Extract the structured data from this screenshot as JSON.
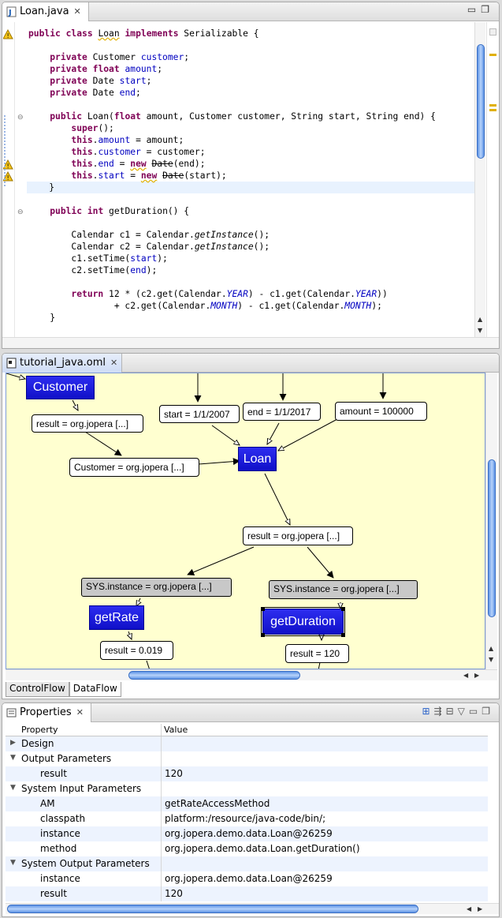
{
  "editor": {
    "tab_label": "Loan.java",
    "code_lines": [
      [
        [
          "kw",
          "public"
        ],
        [
          "t",
          " "
        ],
        [
          "kw",
          "class"
        ],
        [
          "t",
          " "
        ],
        [
          "wt",
          "Loan"
        ],
        [
          "t",
          " "
        ],
        [
          "kw",
          "implements"
        ],
        [
          "t",
          " Serializable {"
        ]
      ],
      [],
      [
        [
          "t",
          "    "
        ],
        [
          "kw",
          "private"
        ],
        [
          "t",
          " Customer "
        ],
        [
          "fld",
          "customer"
        ],
        [
          "t",
          ";"
        ]
      ],
      [
        [
          "t",
          "    "
        ],
        [
          "kw",
          "private"
        ],
        [
          "t",
          " "
        ],
        [
          "kw",
          "float"
        ],
        [
          "t",
          " "
        ],
        [
          "fld",
          "amount"
        ],
        [
          "t",
          ";"
        ]
      ],
      [
        [
          "t",
          "    "
        ],
        [
          "kw",
          "private"
        ],
        [
          "t",
          " Date "
        ],
        [
          "fld",
          "start"
        ],
        [
          "t",
          ";"
        ]
      ],
      [
        [
          "t",
          "    "
        ],
        [
          "kw",
          "private"
        ],
        [
          "t",
          " Date "
        ],
        [
          "fld",
          "end"
        ],
        [
          "t",
          ";"
        ]
      ],
      [],
      [
        [
          "t",
          "    "
        ],
        [
          "kw",
          "public"
        ],
        [
          "t",
          " Loan("
        ],
        [
          "kw",
          "float"
        ],
        [
          "t",
          " amount, Customer customer, String start, String end) {"
        ]
      ],
      [
        [
          "t",
          "        "
        ],
        [
          "kw",
          "super"
        ],
        [
          "t",
          "();"
        ]
      ],
      [
        [
          "t",
          "        "
        ],
        [
          "kw",
          "this"
        ],
        [
          "t",
          "."
        ],
        [
          "fld",
          "amount"
        ],
        [
          "t",
          " = amount;"
        ]
      ],
      [
        [
          "t",
          "        "
        ],
        [
          "kw",
          "this"
        ],
        [
          "t",
          "."
        ],
        [
          "fld",
          "customer"
        ],
        [
          "t",
          " = customer;"
        ]
      ],
      [
        [
          "t",
          "        "
        ],
        [
          "kw",
          "this"
        ],
        [
          "t",
          "."
        ],
        [
          "fld",
          "end"
        ],
        [
          "t",
          " = "
        ],
        [
          "kwu",
          "new"
        ],
        [
          "t",
          " "
        ],
        [
          "dep",
          "Date"
        ],
        [
          "t",
          "(end);"
        ]
      ],
      [
        [
          "t",
          "        "
        ],
        [
          "kw",
          "this"
        ],
        [
          "t",
          "."
        ],
        [
          "fld",
          "start"
        ],
        [
          "t",
          " = "
        ],
        [
          "kwu",
          "new"
        ],
        [
          "t",
          " "
        ],
        [
          "dep",
          "Date"
        ],
        [
          "t",
          "(start);"
        ]
      ],
      [
        [
          "t",
          "    }"
        ]
      ],
      [],
      [
        [
          "t",
          "    "
        ],
        [
          "kw",
          "public"
        ],
        [
          "t",
          " "
        ],
        [
          "kw",
          "int"
        ],
        [
          "t",
          " getDuration() {"
        ]
      ],
      [],
      [
        [
          "t",
          "        Calendar c1 = Calendar."
        ],
        [
          "it",
          "getInstance"
        ],
        [
          "t",
          "();"
        ]
      ],
      [
        [
          "t",
          "        Calendar c2 = Calendar."
        ],
        [
          "it",
          "getInstance"
        ],
        [
          "t",
          "();"
        ]
      ],
      [
        [
          "t",
          "        c1.setTime("
        ],
        [
          "fld",
          "start"
        ],
        [
          "t",
          ");"
        ]
      ],
      [
        [
          "t",
          "        c2.setTime("
        ],
        [
          "fld",
          "end"
        ],
        [
          "t",
          ");"
        ]
      ],
      [],
      [
        [
          "t",
          "        "
        ],
        [
          "kw",
          "return"
        ],
        [
          "t",
          " 12 * (c2.get(Calendar."
        ],
        [
          "st",
          "YEAR"
        ],
        [
          "t",
          ") - c1.get(Calendar."
        ],
        [
          "st",
          "YEAR"
        ],
        [
          "t",
          "))"
        ]
      ],
      [
        [
          "t",
          "                + c2.get(Calendar."
        ],
        [
          "st",
          "MONTH"
        ],
        [
          "t",
          ") - c1.get(Calendar."
        ],
        [
          "st",
          "MONTH"
        ],
        [
          "t",
          ");"
        ]
      ],
      [
        [
          "t",
          "    }"
        ]
      ]
    ]
  },
  "diagram": {
    "tab_label": "tutorial_java.oml",
    "nodes": {
      "customer": "Customer",
      "customer_result": "result = org.jopera [...]",
      "start": "start = 1/1/2007",
      "end": "end = 1/1/2017",
      "amount": "amount = 100000",
      "customer_param": "Customer = org.jopera [...]",
      "loan": "Loan",
      "loan_result": "result = org.jopera [...]",
      "sys_instance_rate": "SYS.instance = org.jopera [...]",
      "sys_instance_duration": "SYS.instance = org.jopera [...]",
      "get_rate": "getRate",
      "get_duration": "getDuration",
      "rate_result": "result = 0.019",
      "duration_result": "result = 120"
    },
    "bottom_tabs": [
      "ControlFlow",
      "DataFlow"
    ]
  },
  "properties": {
    "tab_label": "Properties",
    "col_property": "Property",
    "col_value": "Value",
    "rows": [
      {
        "key": "Design",
        "value": "",
        "level": 0,
        "state": "collapsed"
      },
      {
        "key": "Output Parameters",
        "value": "",
        "level": 0,
        "state": "expanded"
      },
      {
        "key": "result",
        "value": "120",
        "level": 1,
        "state": "leaf"
      },
      {
        "key": "System Input Parameters",
        "value": "",
        "level": 0,
        "state": "expanded"
      },
      {
        "key": "AM",
        "value": "getRateAccessMethod",
        "level": 1,
        "state": "leaf"
      },
      {
        "key": "classpath",
        "value": "platform:/resource/java-code/bin/;",
        "level": 1,
        "state": "leaf"
      },
      {
        "key": "instance",
        "value": "org.jopera.demo.data.Loan@26259",
        "level": 1,
        "state": "leaf"
      },
      {
        "key": "method",
        "value": "org.jopera.demo.data.Loan.getDuration()",
        "level": 1,
        "state": "leaf"
      },
      {
        "key": "System Output Parameters",
        "value": "",
        "level": 0,
        "state": "expanded"
      },
      {
        "key": "instance",
        "value": "org.jopera.demo.data.Loan@26259",
        "level": 1,
        "state": "leaf"
      },
      {
        "key": "result",
        "value": "120",
        "level": 1,
        "state": "leaf"
      }
    ]
  },
  "colors": {
    "keyword": "#7f0055",
    "field": "#0000c0",
    "node_blue": "#1a1ae0",
    "canvas_bg": "#ffffd0",
    "highlight_line": "#e8f2fe"
  }
}
